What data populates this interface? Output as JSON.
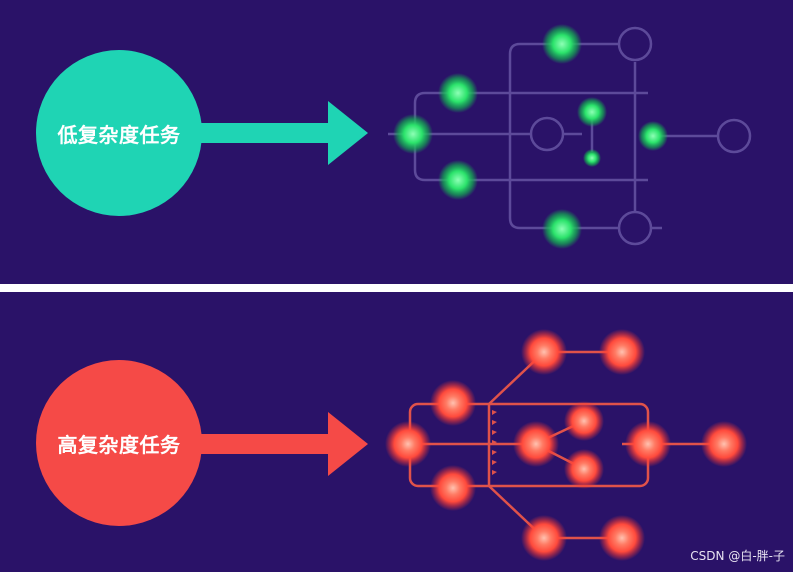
{
  "top": {
    "label": "低复杂度任务",
    "accent": "#1fd4b4",
    "node_color": "#2be36b",
    "line_color": "#5d4a9a"
  },
  "bottom": {
    "label": "高复杂度任务",
    "accent": "#f54a47",
    "node_color": "#ff5a48",
    "line_color": "#e0524a"
  },
  "background": "#2a1268",
  "watermark": "CSDN @白-胖-子"
}
